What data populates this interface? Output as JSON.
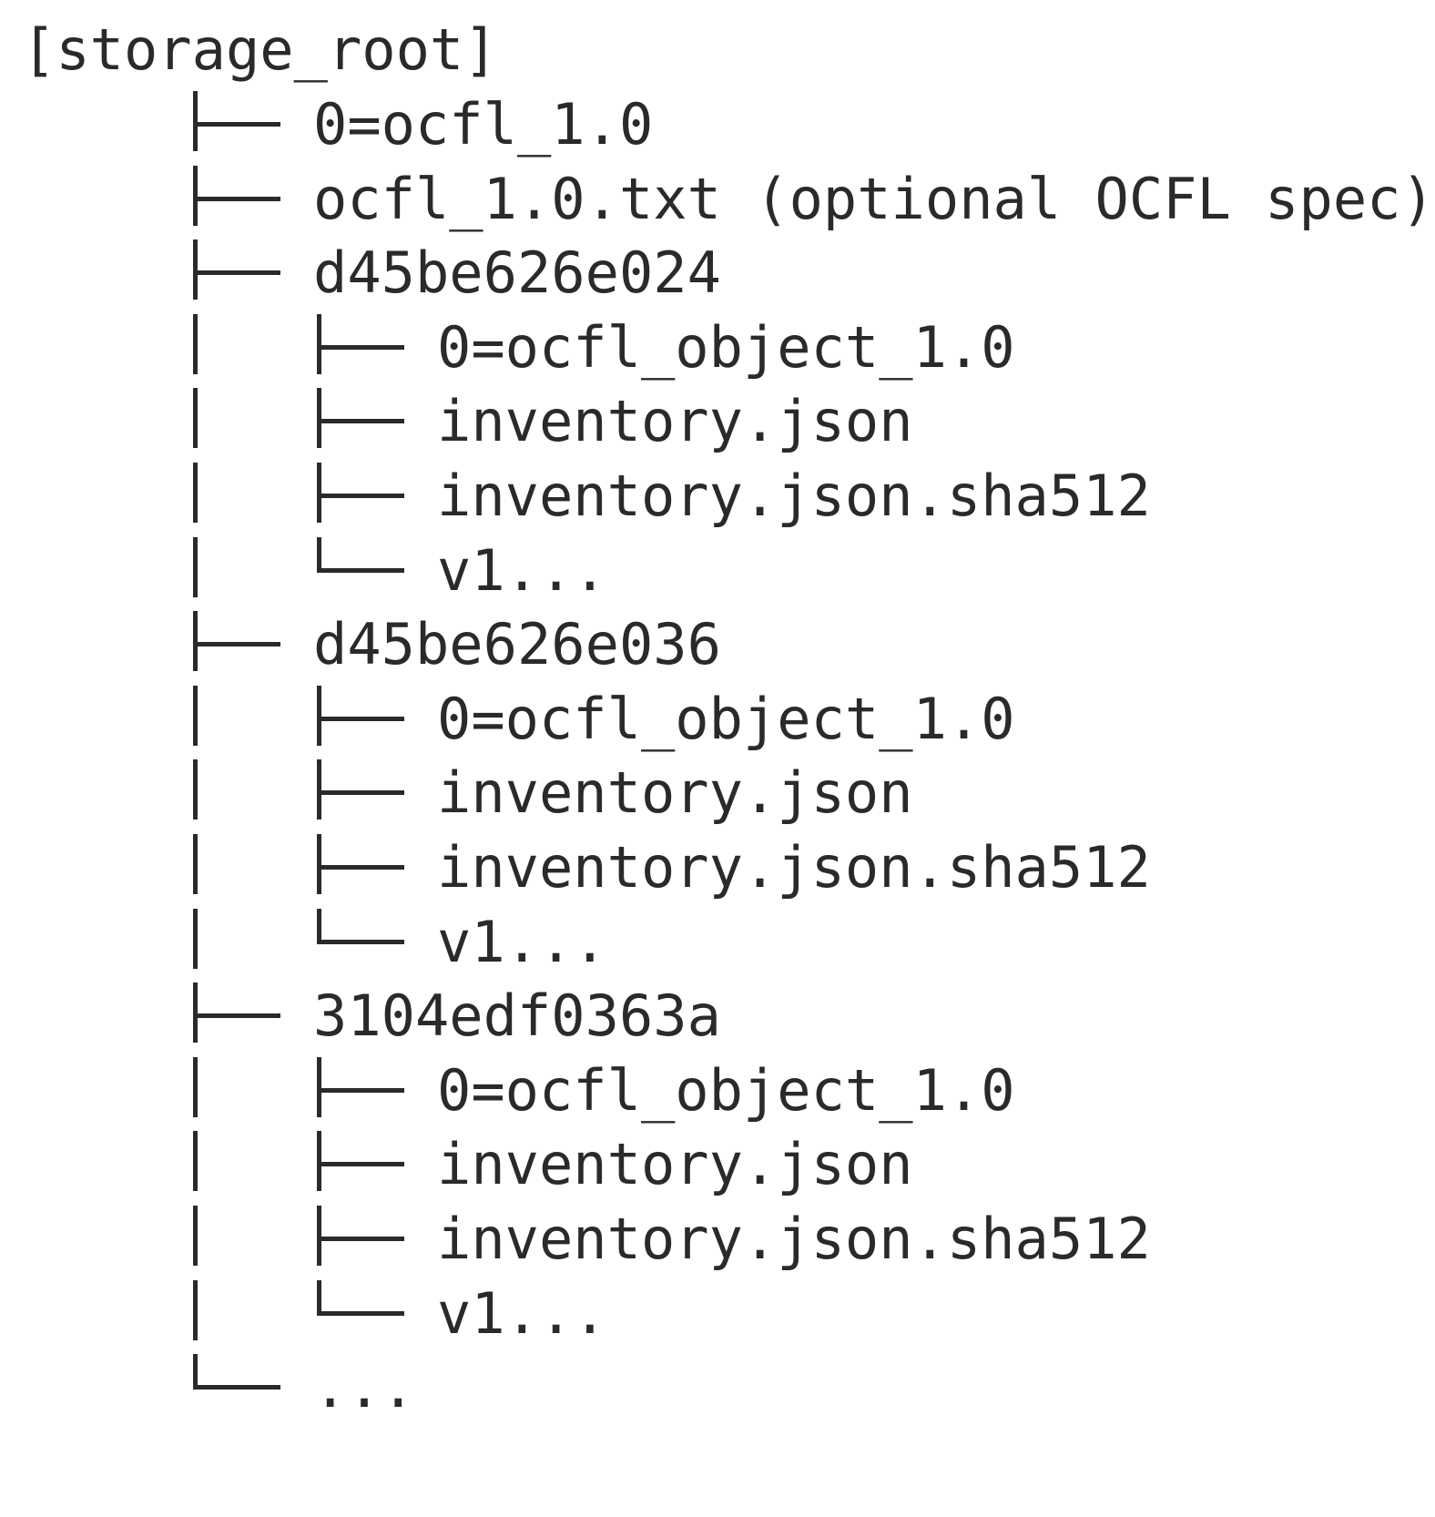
{
  "root": "[storage_root]",
  "entries": [
    {
      "level": 1,
      "kind": "tee",
      "label": "0=ocfl_1.0"
    },
    {
      "level": 1,
      "kind": "tee",
      "label": "ocfl_1.0.txt (optional OCFL spec)"
    },
    {
      "level": 1,
      "kind": "tee",
      "label": "d45be626e024"
    },
    {
      "level": 2,
      "kind": "tee",
      "label": "0=ocfl_object_1.0"
    },
    {
      "level": 2,
      "kind": "tee",
      "label": "inventory.json"
    },
    {
      "level": 2,
      "kind": "tee",
      "label": "inventory.json.sha512"
    },
    {
      "level": 2,
      "kind": "last",
      "label": "v1..."
    },
    {
      "level": 1,
      "kind": "tee",
      "label": "d45be626e036"
    },
    {
      "level": 2,
      "kind": "tee",
      "label": "0=ocfl_object_1.0"
    },
    {
      "level": 2,
      "kind": "tee",
      "label": "inventory.json"
    },
    {
      "level": 2,
      "kind": "tee",
      "label": "inventory.json.sha512"
    },
    {
      "level": 2,
      "kind": "last",
      "label": "v1..."
    },
    {
      "level": 1,
      "kind": "tee",
      "label": "3104edf0363a"
    },
    {
      "level": 2,
      "kind": "tee",
      "label": "0=ocfl_object_1.0"
    },
    {
      "level": 2,
      "kind": "tee",
      "label": "inventory.json"
    },
    {
      "level": 2,
      "kind": "tee",
      "label": "inventory.json.sha512"
    },
    {
      "level": 2,
      "kind": "last",
      "label": "v1..."
    },
    {
      "level": 1,
      "kind": "last",
      "label": "..."
    }
  ]
}
